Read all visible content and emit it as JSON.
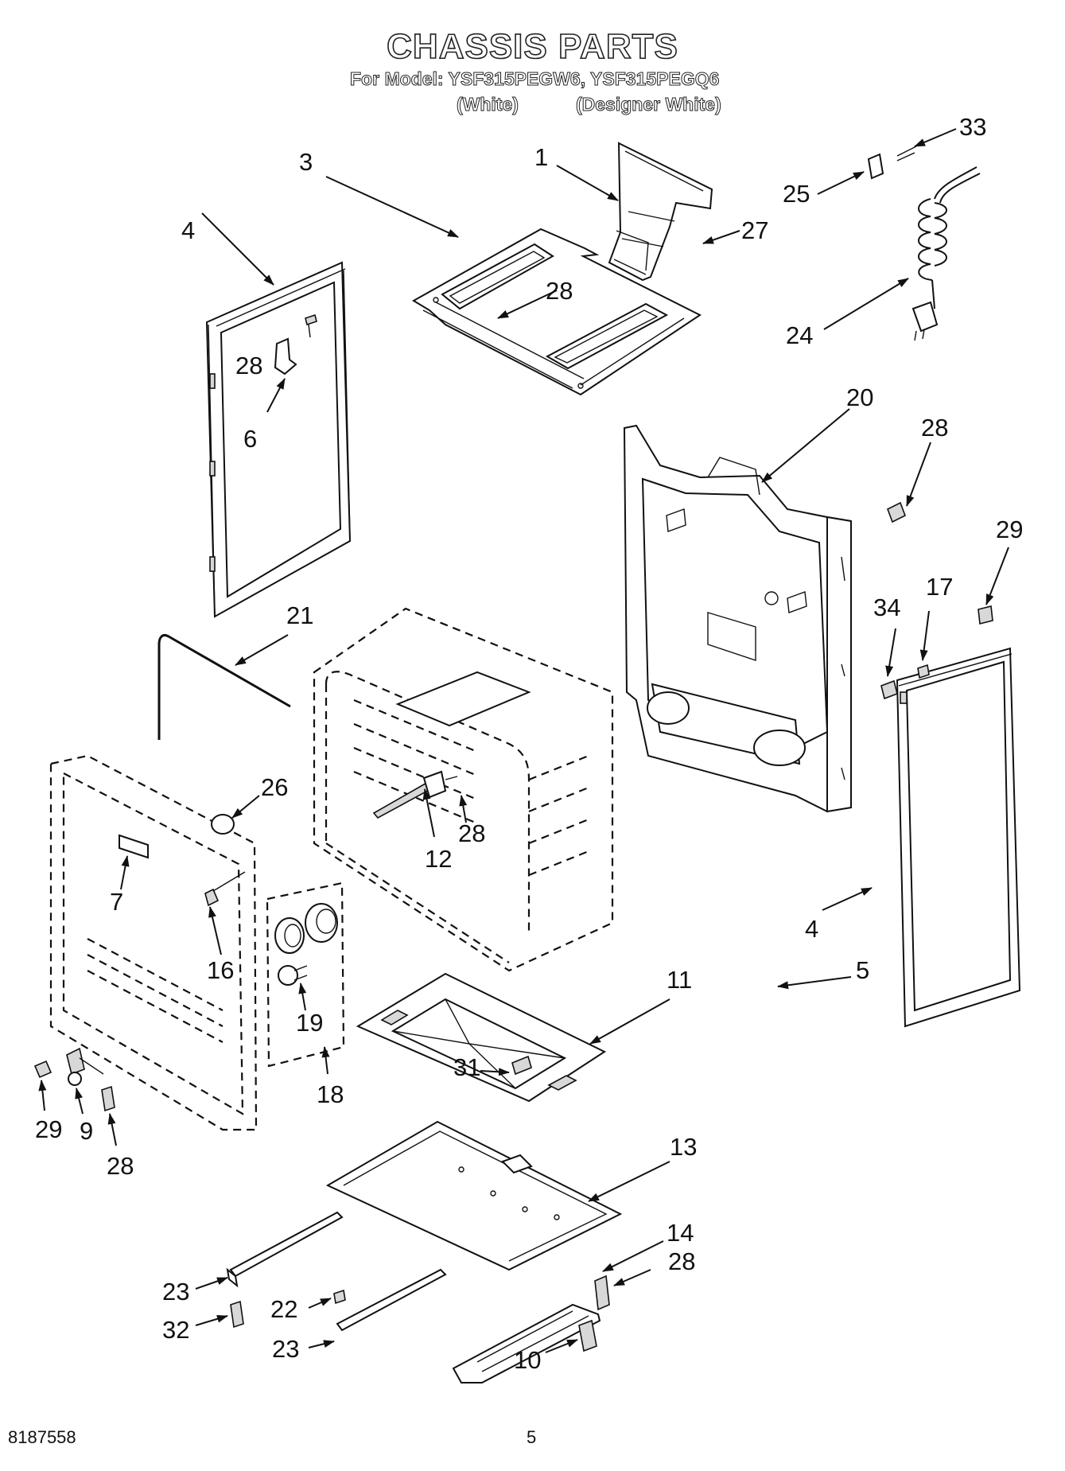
{
  "header": {
    "title": "CHASSIS PARTS",
    "model_line": "For Model: YSF315PEGW6, YSF315PEGQ6",
    "variant_white": "(White)",
    "variant_designer": "(Designer White)"
  },
  "footer": {
    "doc_number": "8187558",
    "page_number": "5"
  },
  "callouts": [
    {
      "id": "c1",
      "label": "1"
    },
    {
      "id": "c3",
      "label": "3"
    },
    {
      "id": "c33",
      "label": "33"
    },
    {
      "id": "c25",
      "label": "25"
    },
    {
      "id": "c27",
      "label": "27"
    },
    {
      "id": "c4a",
      "label": "4"
    },
    {
      "id": "c28a",
      "label": "28"
    },
    {
      "id": "c28b",
      "label": "28"
    },
    {
      "id": "c24",
      "label": "24"
    },
    {
      "id": "c6",
      "label": "6"
    },
    {
      "id": "c20",
      "label": "20"
    },
    {
      "id": "c28c",
      "label": "28"
    },
    {
      "id": "c29a",
      "label": "29"
    },
    {
      "id": "c21",
      "label": "21"
    },
    {
      "id": "c34",
      "label": "34"
    },
    {
      "id": "c17",
      "label": "17"
    },
    {
      "id": "c26",
      "label": "26"
    },
    {
      "id": "c28d",
      "label": "28"
    },
    {
      "id": "c12",
      "label": "12"
    },
    {
      "id": "c7",
      "label": "7"
    },
    {
      "id": "c16",
      "label": "16"
    },
    {
      "id": "c4b",
      "label": "4"
    },
    {
      "id": "c5",
      "label": "5"
    },
    {
      "id": "c11",
      "label": "11"
    },
    {
      "id": "c19",
      "label": "19"
    },
    {
      "id": "c31",
      "label": "31"
    },
    {
      "id": "c18",
      "label": "18"
    },
    {
      "id": "c29b",
      "label": "29"
    },
    {
      "id": "c9",
      "label": "9"
    },
    {
      "id": "c28e",
      "label": "28"
    },
    {
      "id": "c13",
      "label": "13"
    },
    {
      "id": "c14",
      "label": "14"
    },
    {
      "id": "c28f",
      "label": "28"
    },
    {
      "id": "c23a",
      "label": "23"
    },
    {
      "id": "c22",
      "label": "22"
    },
    {
      "id": "c32",
      "label": "32"
    },
    {
      "id": "c23b",
      "label": "23"
    },
    {
      "id": "c10",
      "label": "10"
    }
  ]
}
